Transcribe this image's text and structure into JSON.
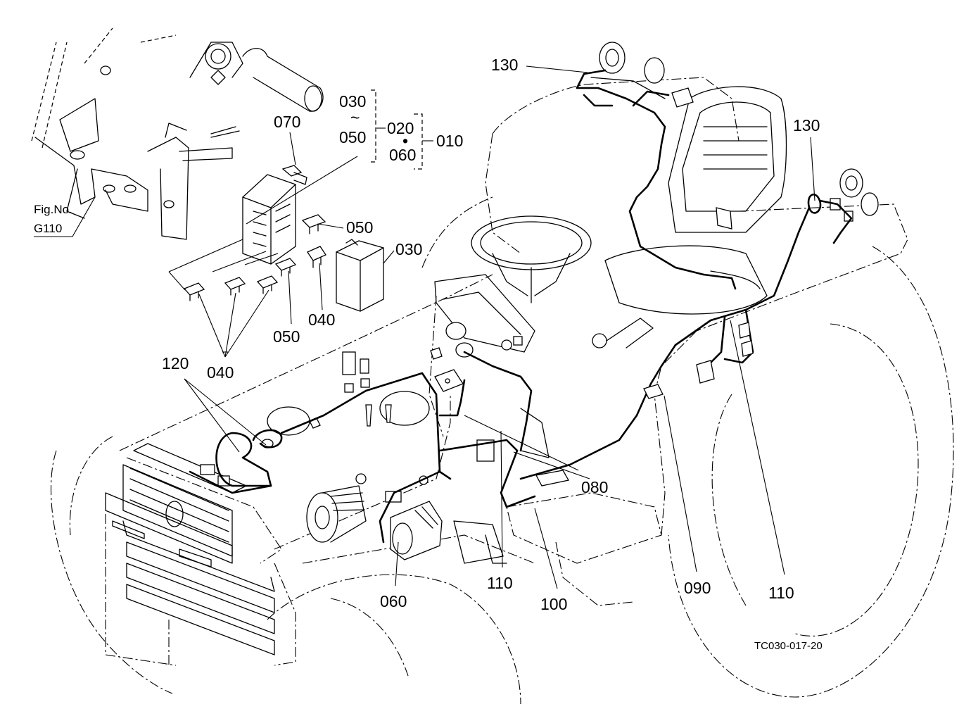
{
  "callouts": {
    "c130a": "130",
    "c130b": "130",
    "c030_top": "030",
    "c_range_tilde": "~",
    "c050_top": "050",
    "c020": "020",
    "c_dot": "•",
    "c060_top": "060",
    "c010": "010",
    "c070": "070",
    "c050a": "050",
    "c030": "030",
    "c050b": "050",
    "c040a": "040",
    "c040b": "040",
    "c120": "120",
    "c080": "080",
    "c110a": "110",
    "c110b": "110",
    "c090": "090",
    "c060": "060",
    "c100": "100"
  },
  "figure_ref": {
    "line1": "Fig.No.",
    "line2": "G110"
  },
  "drawing_code": "TC030-017-20"
}
